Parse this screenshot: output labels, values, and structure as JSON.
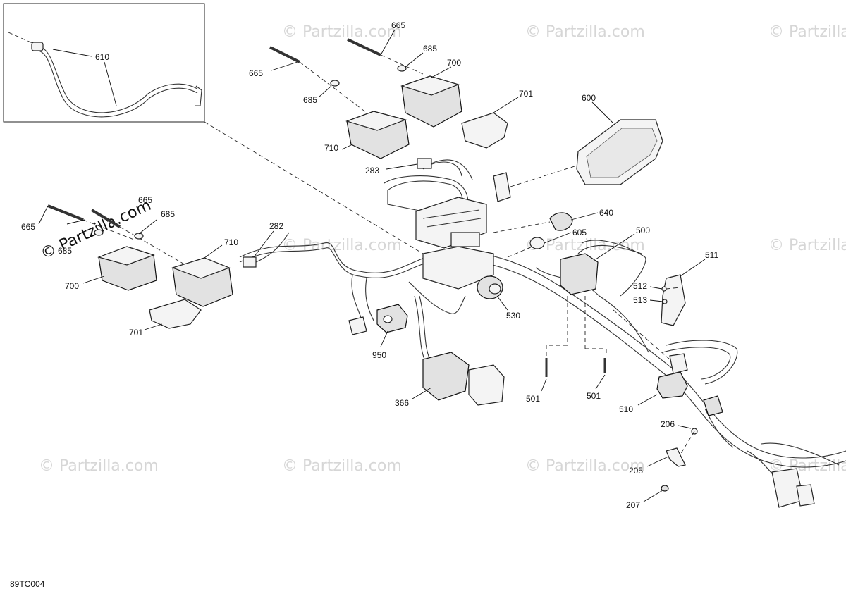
{
  "diagram_code": "89TC004",
  "watermarks": {
    "text": "© Partzilla.com",
    "rotated_text": "© Partzilla.com"
  },
  "callouts": {
    "c610": "610",
    "c665a": "665",
    "c685a": "685",
    "c700a": "700",
    "c665b": "665",
    "c685b": "685",
    "c701a": "701",
    "c600": "600",
    "c710a": "710",
    "c283": "283",
    "c665c": "665",
    "c685c": "685",
    "c665d": "665",
    "c685d": "685",
    "c710b": "710",
    "c282": "282",
    "c700b": "700",
    "c701b": "701",
    "c640": "640",
    "c605": "605",
    "c500": "500",
    "c511": "511",
    "c512": "512",
    "c513": "513",
    "c530": "530",
    "c950": "950",
    "c366": "366",
    "c501a": "501",
    "c501b": "501",
    "c510": "510",
    "c206": "206",
    "c205": "205",
    "c207": "207"
  }
}
